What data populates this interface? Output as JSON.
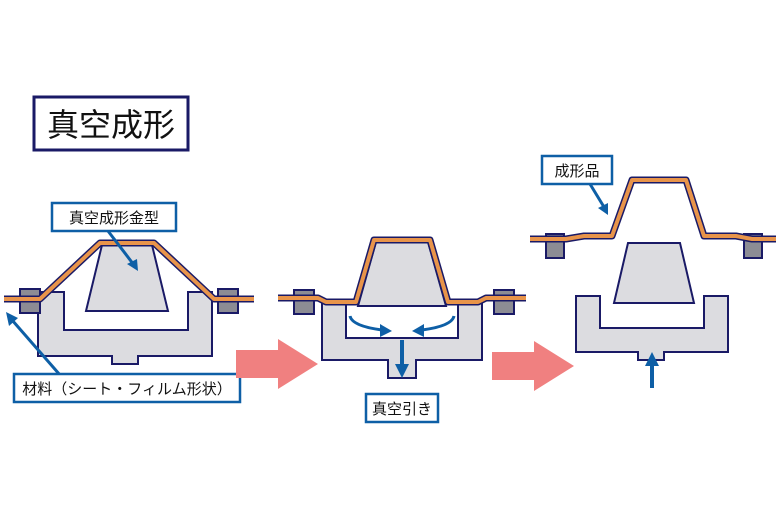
{
  "title": "真空成形",
  "labels": {
    "mold": "真空成形金型",
    "material": "材料（シート・フィルム形状）",
    "vacuum": "真空引き",
    "product": "成形品"
  },
  "colors": {
    "frame": "#1a1a66",
    "mold_fill": "#dcdce0",
    "sheet_fill": "#e8944a",
    "label_border": "#0e5fa6",
    "arrow_blue": "#0e5fa6",
    "process_arrow": "#f08080",
    "clamp_fill": "#8c8c94"
  },
  "icons": {
    "process_arrow": "right-arrow-icon",
    "vacuum_arrow": "down-arrow-icon",
    "release_arrow": "up-arrow-icon"
  }
}
